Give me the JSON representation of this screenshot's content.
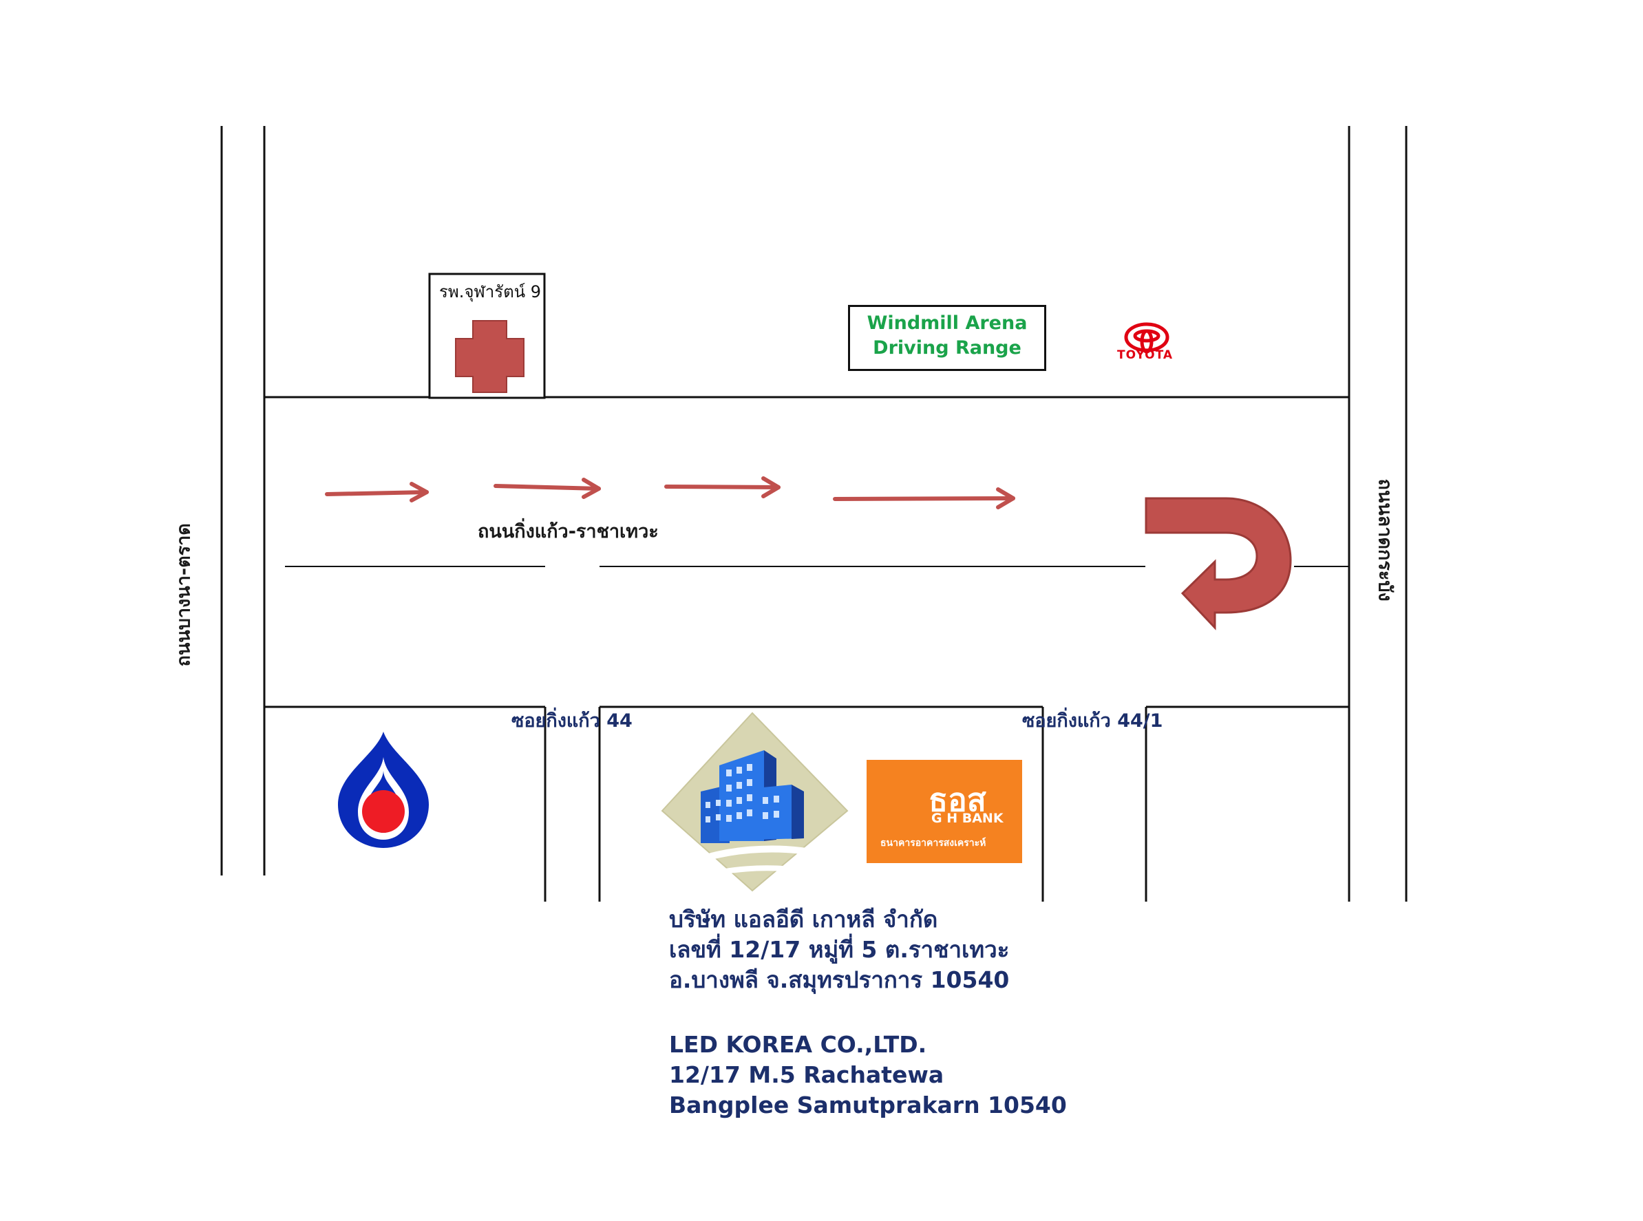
{
  "roads": {
    "main_road": "ถนนกิ่งแก้ว-ราชาเทวะ",
    "left_road": "ถนนบางนา-ตราด",
    "right_road": "ถนนลาดกระบัง",
    "soi_left": "ซอยกิ่งแก้ว 44",
    "soi_right": "ซอยกิ่งแก้ว 44/1"
  },
  "landmarks": {
    "hospital_label": "รพ.จุฬารัตน์ 9",
    "windmill_line1": "Windmill Arena",
    "windmill_line2": "Driving Range",
    "toyota_label": "TOYOTA",
    "ghb_brand": "ธอส",
    "ghb_sub": "G H BANK",
    "ghb_full": "ธนาคารอาคารสงเคราะห์"
  },
  "address": {
    "thai": [
      "บริษัท แอลอีดี เกาหลี จำกัด",
      "เลขที่ 12/17 หมู่ที่ 5 ต.ราชาเทวะ",
      "อ.บางพลี จ.สมุทรปราการ 10540"
    ],
    "english": [
      "LED KOREA CO.,LTD.",
      "12/17 M.5 Rachatewa",
      "Bangplee Samutprakarn 10540"
    ]
  },
  "colors": {
    "arrow": "#c0504d",
    "hospital_cross": "#c0504d",
    "windmill_text": "#1aa34a",
    "toyota_red": "#e00012",
    "ptt_blue": "#0a2bb8",
    "ptt_red": "#ee1c25",
    "ghb_orange": "#f58220",
    "address_text": "#1c2f6b"
  },
  "icons": {
    "hospital": "red-cross-icon",
    "toyota": "toyota-logo-icon",
    "ptt": "ptt-flame-logo-icon",
    "company": "office-building-icon",
    "ghb": "ghb-bank-logo-icon",
    "u_turn": "u-turn-arrow-icon"
  }
}
